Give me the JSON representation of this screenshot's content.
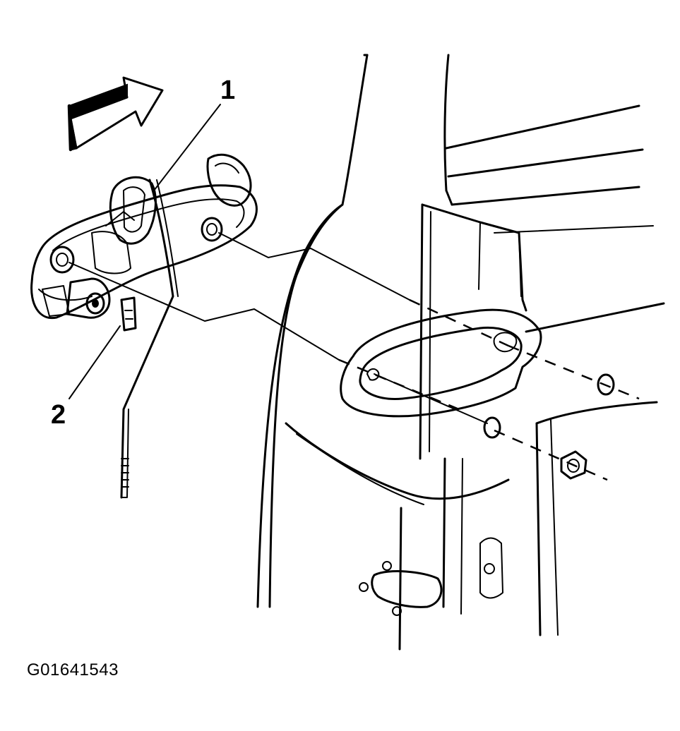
{
  "callouts": [
    {
      "label": "1"
    },
    {
      "label": "2"
    }
  ],
  "figure_id": "G01641543",
  "colors": {
    "line": "#000000",
    "background": "#ffffff"
  }
}
